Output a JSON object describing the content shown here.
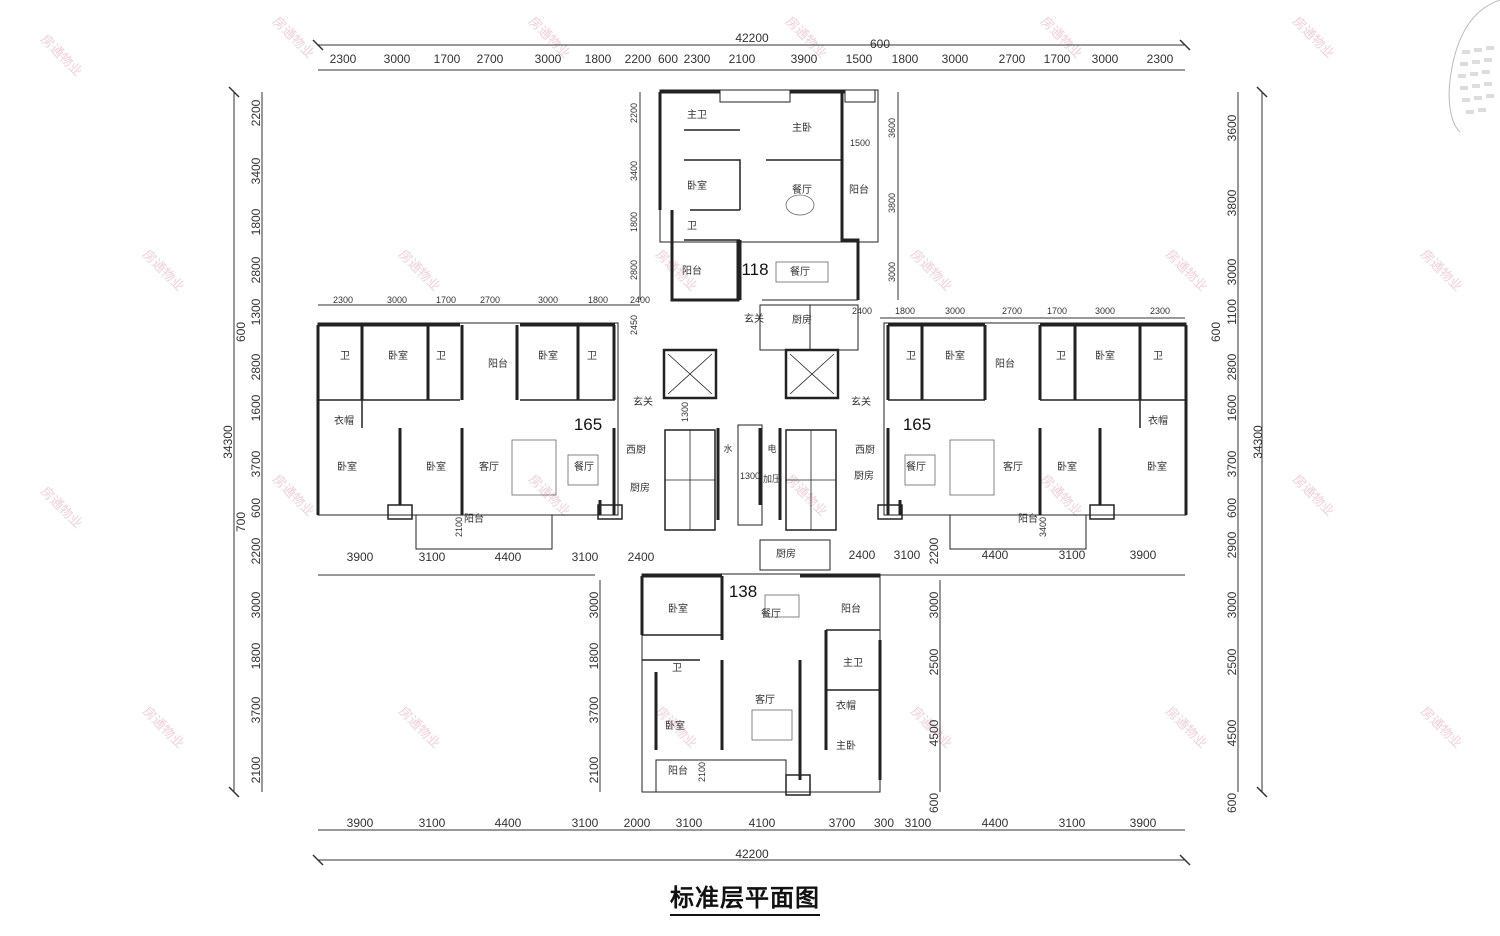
{
  "title": "标准层平面图",
  "watermark": "房通物业",
  "total_width": "42200",
  "total_height": "34300",
  "dims": {
    "top_outer": [
      "2300",
      "3000",
      "1700",
      "2700",
      "3000",
      "1800",
      "2200",
      "600",
      "2300",
      "2100",
      "3900",
      "1500",
      "1800",
      "3000",
      "2700",
      "1700",
      "3000",
      "2300"
    ],
    "top_600": "600",
    "left_wing_top": [
      "2300",
      "3000",
      "1700",
      "2700",
      "3000",
      "1800",
      "2400"
    ],
    "right_wing_top": [
      "2400",
      "1800",
      "3000",
      "2700",
      "1700",
      "3000",
      "2300"
    ],
    "mid_left": [
      "3900",
      "3100",
      "4400",
      "3100",
      "2400"
    ],
    "mid_right": [
      "2400",
      "3100",
      "4400",
      "3100",
      "3900"
    ],
    "bottom_outer": [
      "3900",
      "3100",
      "4400",
      "3100",
      "2000",
      "3100",
      "4100",
      "3700",
      "300",
      "3100",
      "4400",
      "3100",
      "3900"
    ],
    "left_vertical": [
      "2200",
      "3400",
      "1800",
      "2800",
      "1300",
      "600",
      "2800",
      "1600",
      "3700",
      "600",
      "700",
      "2200",
      "3000",
      "1800",
      "3700",
      "2100"
    ],
    "right_vertical": [
      "3600",
      "3800",
      "3000",
      "1100",
      "600",
      "2800",
      "1600",
      "3700",
      "600",
      "2900",
      "3000",
      "2500",
      "4500",
      "600"
    ],
    "top_tower_left": [
      "2200",
      "3400",
      "1800",
      "2800",
      "2450"
    ],
    "top_tower_right": [
      "3600",
      "1500",
      "3800",
      "3000"
    ],
    "bottom_tower_left": [
      "3000",
      "1800",
      "3700",
      "2100"
    ],
    "bottom_tower_right": [
      "2200",
      "3000",
      "2500",
      "4500",
      "600"
    ],
    "balcony_depth": [
      "2100",
      "2100",
      "3400"
    ],
    "core": [
      "1300",
      "1300"
    ]
  },
  "units": {
    "top": "118",
    "left": "165",
    "right": "165",
    "bottom": "138"
  },
  "rooms": {
    "top": [
      "主卫",
      "主卧",
      "卧室",
      "餐厅",
      "阳台",
      "卫",
      "阳台",
      "餐厅",
      "玄关",
      "厨房"
    ],
    "left": [
      "卫",
      "卧室",
      "卫",
      "阳台",
      "卧室",
      "卫",
      "衣帽",
      "卧室",
      "卧室",
      "客厅",
      "餐厅",
      "玄关",
      "西厨",
      "厨房",
      "阳台"
    ],
    "right": [
      "卫",
      "卧室",
      "阳台",
      "卫",
      "卧室",
      "卫",
      "衣帽",
      "卧室",
      "卧室",
      "客厅",
      "餐厅",
      "玄关",
      "西厨",
      "厨房",
      "阳台"
    ],
    "bottom": [
      "厨房",
      "卧室",
      "餐厅",
      "阳台",
      "卫",
      "主卫",
      "卧室",
      "客厅",
      "衣帽",
      "主卧",
      "阳台"
    ],
    "core": [
      "水",
      "电",
      "加压"
    ]
  }
}
